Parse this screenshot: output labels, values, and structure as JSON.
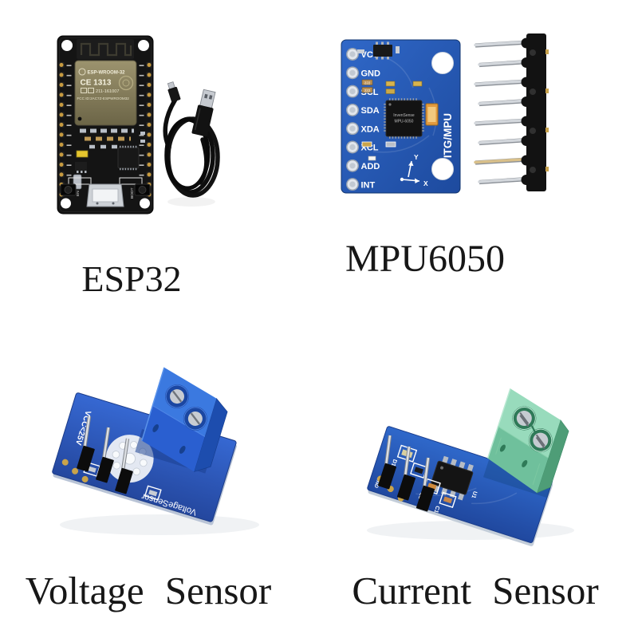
{
  "products": {
    "esp32": {
      "label": "ESP32",
      "shield": {
        "model": "ESP-WROOM-32",
        "ce_mark": "CE 1313",
        "serial": "211-161007",
        "fcc": "FCC ID:2AC7Z-ESPWROOM32"
      },
      "buttons": {
        "en": "EN",
        "boot": "BOOT"
      }
    },
    "mpu6050": {
      "label": "MPU6050",
      "pins": [
        "VCC",
        "GND",
        "SCL",
        "SDA",
        "XDA",
        "XCL",
        "ADD",
        "INT"
      ],
      "right_silkscreen": "ITG/MPU",
      "chip_marking": {
        "line1": "InvenSense",
        "line2": "MPU-6050"
      },
      "smd_marking": "222",
      "axis": {
        "x": "X",
        "y": "Y"
      }
    },
    "voltage_sensor": {
      "label": "Voltage Sensor",
      "rating_silkscreen": "VCC<25V",
      "name_silkscreen": "VoltageSensor"
    },
    "current_sensor": {
      "label": "Current Sensor",
      "silkscreen": {
        "d1": "D1",
        "r1": "R1",
        "c2": "C2",
        "c1": "C1",
        "gnd": "GND",
        "u1": "U1"
      }
    }
  },
  "colors": {
    "background": "#ffffff",
    "label_text": "#171717",
    "esp32_pcb": "#141414",
    "esp32_shield": "#8d8462",
    "mpu6050_pcb": "#2a5cb4",
    "voltage_pcb": "#2c54b0",
    "voltage_terminal": "#2f6fd9",
    "current_pcb": "#2a60bc",
    "current_terminal": "#8fd4b4",
    "header_pin_silver": "#cdd2d8"
  }
}
